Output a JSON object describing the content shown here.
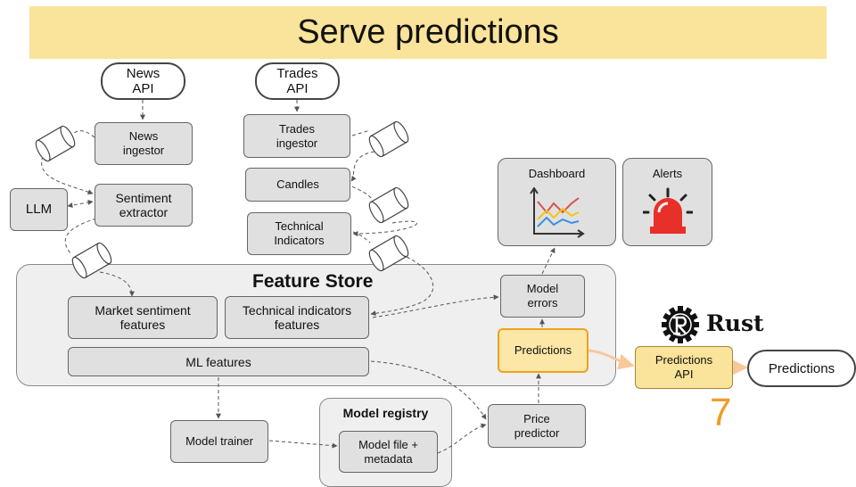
{
  "title": "Serve predictions",
  "sources": {
    "news_api": "News\nAPI",
    "trades_api": "Trades\nAPI"
  },
  "nodes": {
    "news_ingestor": "News\ningestor",
    "sentiment_extractor": "Sentiment\nextractor",
    "llm": "LLM",
    "trades_ingestor": "Trades\ningestor",
    "candles": "Candles",
    "technical_indicators": "Technical\nIndicators",
    "model_errors": "Model\nerrors",
    "predictions": "Predictions",
    "predictions_api": "Predictions\nAPI",
    "model_trainer": "Model trainer",
    "model_file": "Model file +\nmetadata",
    "price_predictor": "Price\npredictor"
  },
  "feature_store": {
    "title": "Feature Store",
    "market_sentiment": "Market sentiment\nfeatures",
    "technical_features": "Technical indicators\nfeatures",
    "ml_features": "ML features"
  },
  "model_registry": {
    "title": "Model registry"
  },
  "panels": {
    "dashboard": "Dashboard",
    "alerts": "Alerts"
  },
  "output": "Predictions",
  "rust_logo": {
    "text": "Rust"
  },
  "step_number": "7",
  "colors": {
    "banner": "#fae39a",
    "highlight_border": "#f0a020",
    "step_number": "#f29b28"
  }
}
